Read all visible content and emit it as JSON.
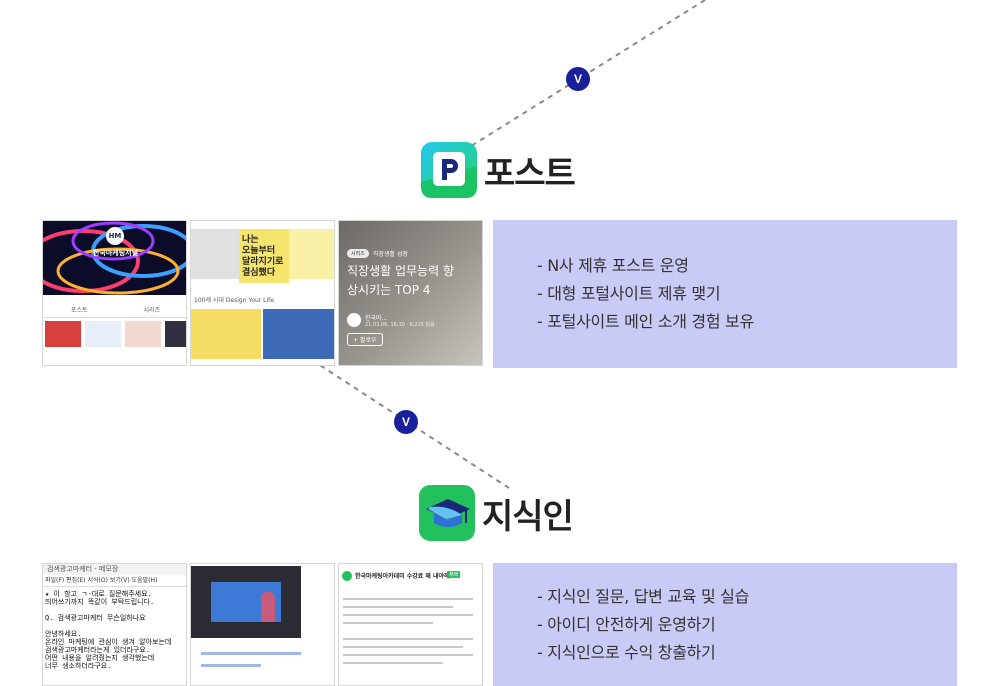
{
  "badge_label": "V",
  "sections": {
    "post": {
      "title": "포스트",
      "icon": "naver-post-icon",
      "lines": [
        "- N사 제휴 포스트 운영",
        "- 대형 포털사이트 제휴 맺기",
        "- 포털사이트 메인 소개 경험 보유"
      ],
      "thumbs": {
        "channel": {
          "logo": "HM",
          "name": "한국마케팅저널",
          "tabs": [
            "포스트",
            "시리즈"
          ]
        },
        "feature": {
          "headline_lines": [
            "나는",
            "오늘부터",
            "달라지기로",
            "결심했다"
          ],
          "caption": "100세 시대  Design Your Life"
        },
        "article": {
          "badge": "시리즈",
          "series": "직장생활 성장",
          "headline_lines": [
            "직장생활 업무능력 향",
            "상시키는 TOP 4"
          ],
          "author": "한국마...",
          "meta": "21.03.06. 16:30 · 6,215 읽음",
          "follow": "+ 팔로우"
        }
      }
    },
    "kin": {
      "title": "지식인",
      "icon": "naver-kin-icon",
      "lines": [
        "- 지식인 질문, 답변 교육 및 실습",
        "- 아이디 안전하게 운영하기",
        "- 지식인으로 수익 창출하기"
      ],
      "thumbs": {
        "notepad": {
          "title": "검색광고마케터 - 메모장",
          "menu": "파일(F)  편집(E)  서식(O)  보기(V)  도움말(H)",
          "body_lines": [
            "★ 이 항고 ㄱ-대로 질문해주세요.",
            "   띄어쓰기까지 똑같이 부탁드립니다.",
            "",
            "Q. 검색광고마케터 무슨일하나요",
            "",
            "안녕하세요.",
            "온라인 마케팅에 관심이 생겨 알아보는데",
            "검색광고마케터라는게 있더라구요.",
            "어떤 내용을 알려줬는지 생각했는데",
            "너무 생소하더라구요."
          ]
        },
        "answer": {
          "heading": "한국마케팅아카데미 수강료 왜 내야해요?",
          "tag": "채택"
        }
      }
    }
  }
}
